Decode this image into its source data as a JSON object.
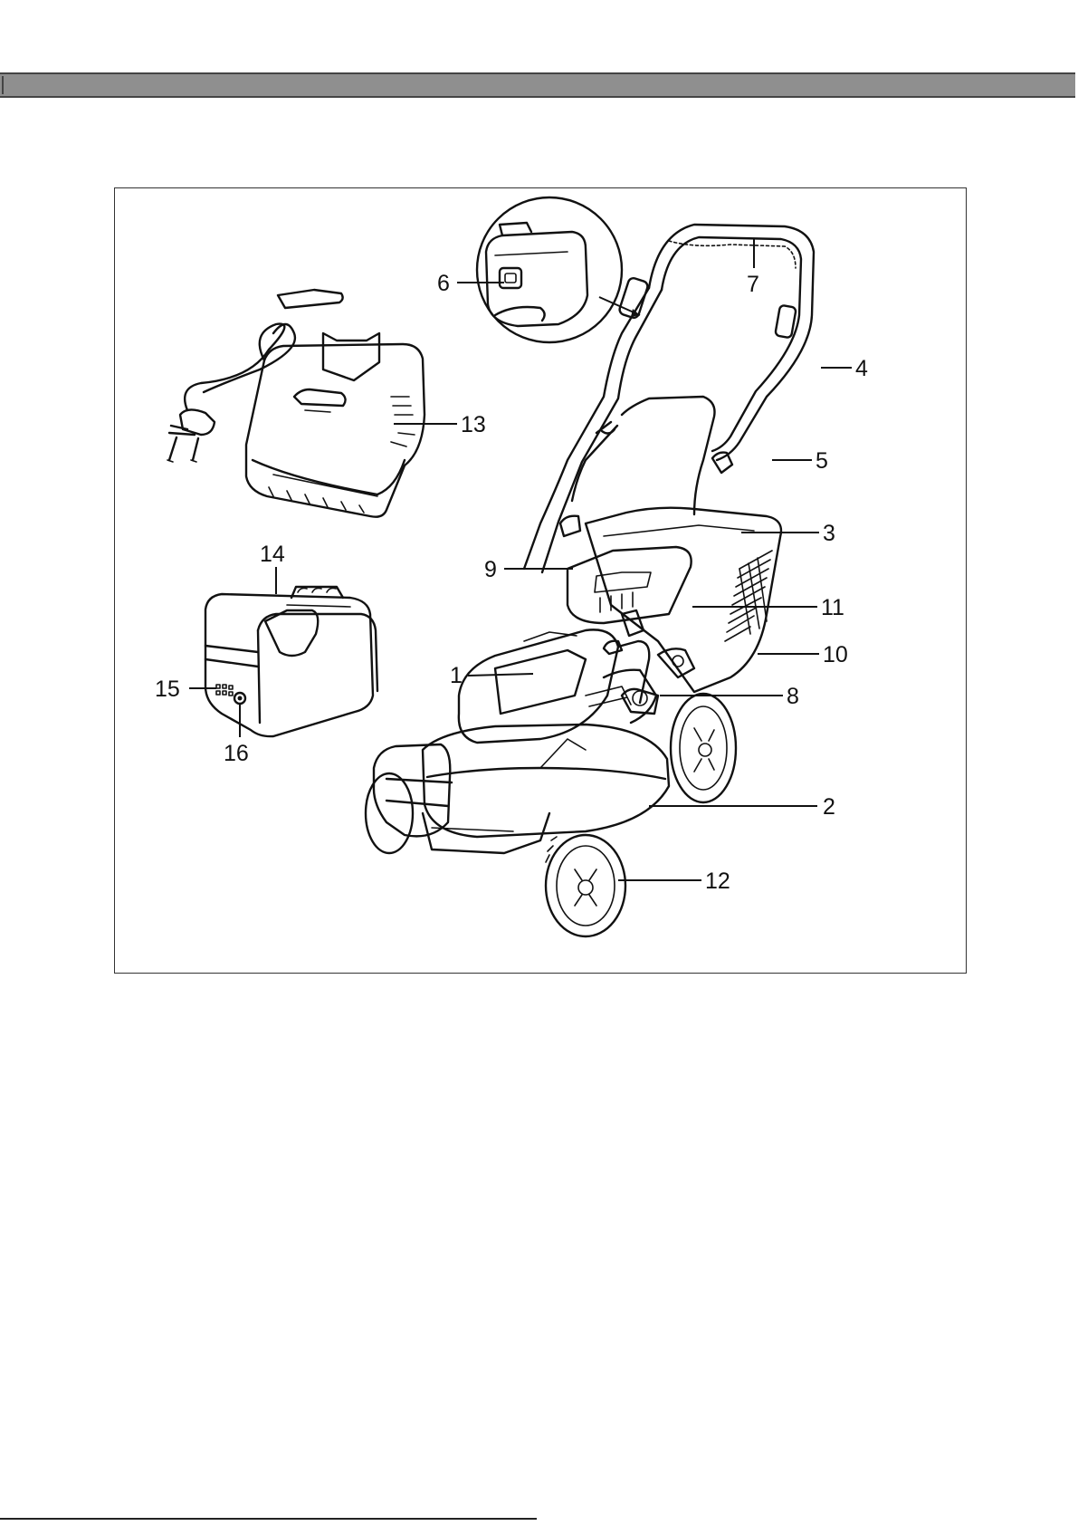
{
  "figure": {
    "callouts": [
      {
        "id": 1,
        "label": "1"
      },
      {
        "id": 2,
        "label": "2"
      },
      {
        "id": 3,
        "label": "3"
      },
      {
        "id": 4,
        "label": "4"
      },
      {
        "id": 5,
        "label": "5"
      },
      {
        "id": 6,
        "label": "6"
      },
      {
        "id": 7,
        "label": "7"
      },
      {
        "id": 8,
        "label": "8"
      },
      {
        "id": 9,
        "label": "9"
      },
      {
        "id": 10,
        "label": "10"
      },
      {
        "id": 11,
        "label": "11"
      },
      {
        "id": 12,
        "label": "12"
      },
      {
        "id": 13,
        "label": "13"
      },
      {
        "id": 14,
        "label": "14"
      },
      {
        "id": 15,
        "label": "15"
      },
      {
        "id": 16,
        "label": "16"
      }
    ]
  }
}
